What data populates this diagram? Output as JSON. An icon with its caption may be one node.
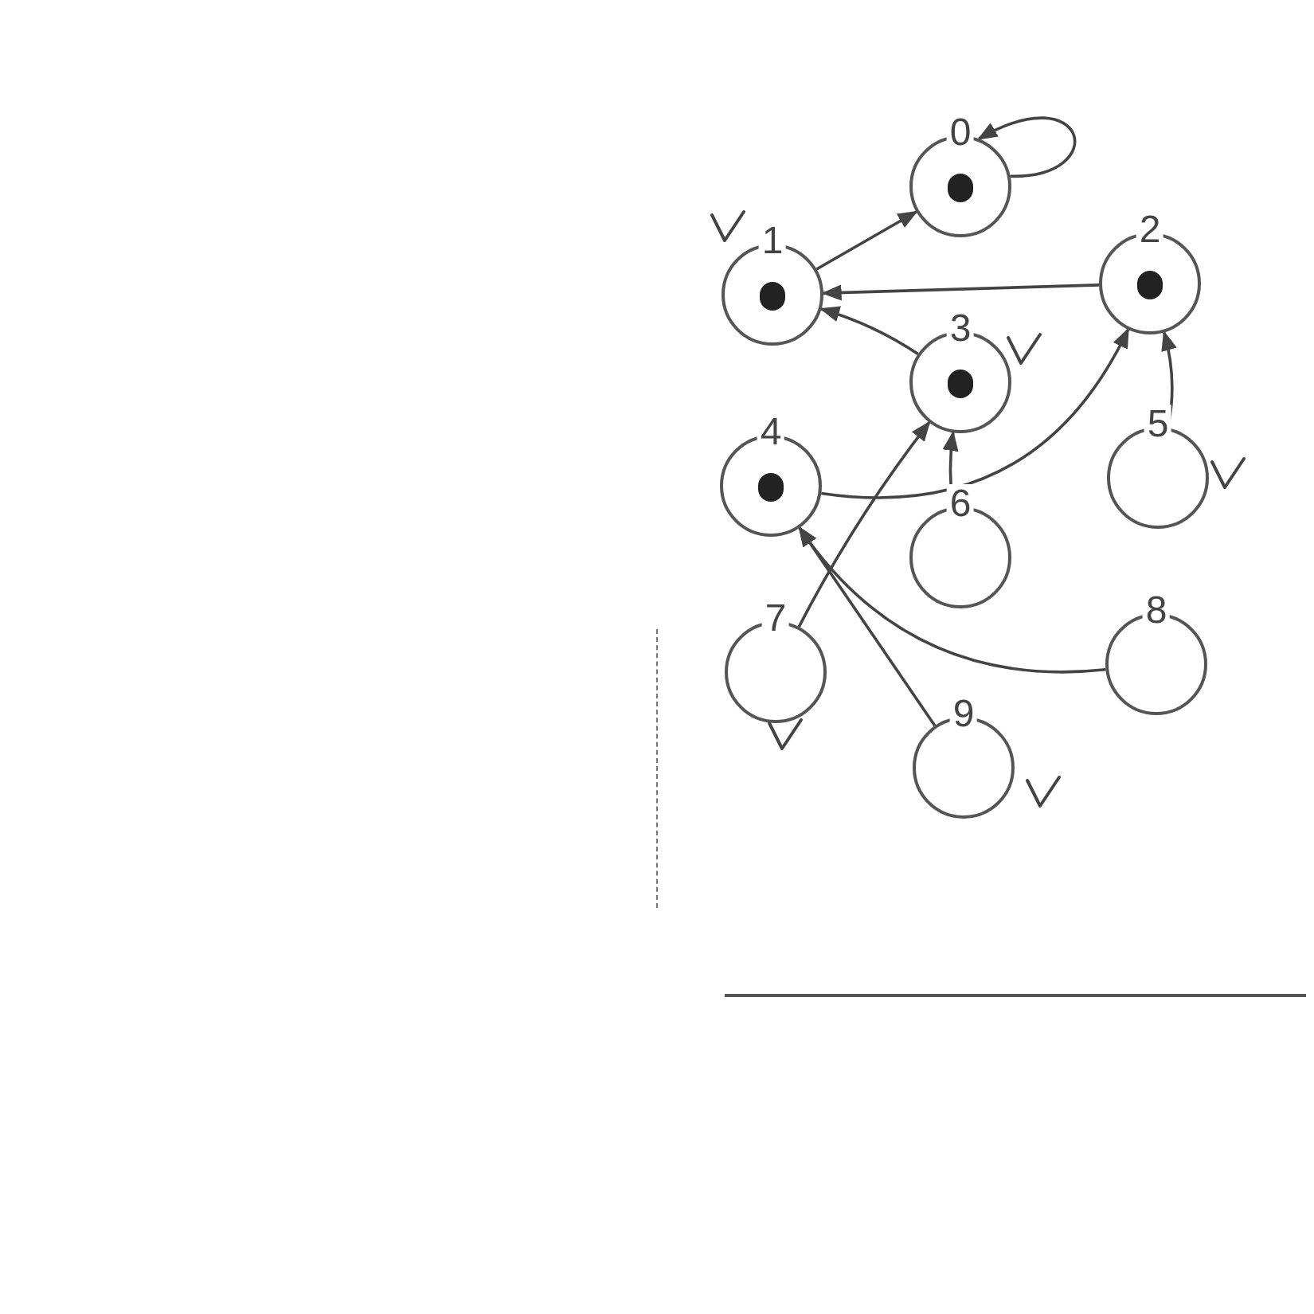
{
  "diagram": {
    "nodes": [
      {
        "text": [
          "0"
        ]
      },
      {
        "text": [
          "1"
        ]
      },
      {
        "text": [
          "2"
        ]
      },
      {
        "text": [
          "3"
        ]
      },
      {
        "text": [
          "4"
        ]
      },
      {
        "text": [
          "5"
        ]
      },
      {
        "text": [
          "6"
        ]
      },
      {
        "text": [
          "7"
        ]
      },
      {
        "text": [
          "8"
        ]
      },
      {
        "text": [
          "9"
        ]
      }
    ],
    "edges": [
      {
        "from": 1,
        "to": 0,
        "arrow": "to"
      },
      {
        "from": 0,
        "to": 0,
        "arrow": "to"
      },
      {
        "from": 2,
        "to": 1,
        "arrow": "to"
      },
      {
        "from": 3,
        "to": 1,
        "arrow": "to"
      },
      {
        "from": 4,
        "to": 2,
        "arrow": "to"
      },
      {
        "from": 5,
        "to": 2,
        "arrow": "to"
      },
      {
        "from": 6,
        "to": 3,
        "arrow": "to"
      },
      {
        "from": 7,
        "to": 3,
        "arrow": "to"
      },
      {
        "from": 8,
        "to": 4,
        "arrow": "to"
      },
      {
        "from": 9,
        "to": 4,
        "arrow": "to"
      }
    ]
  }
}
